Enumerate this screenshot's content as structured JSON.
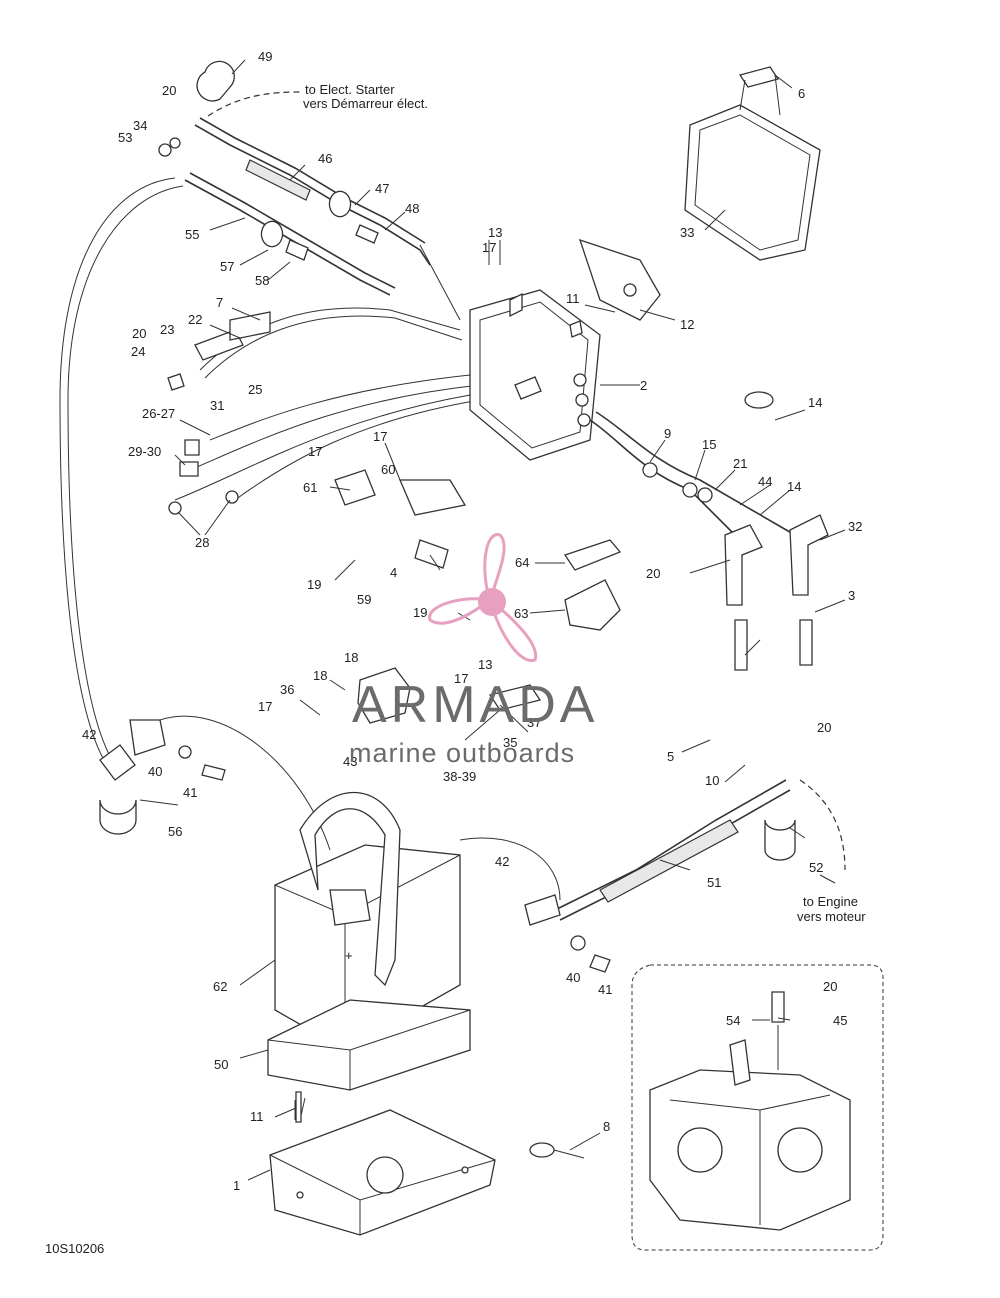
{
  "notes": {
    "starter_en": "to Elect. Starter",
    "starter_fr": "vers Démarreur élect.",
    "engine_en": "to Engine",
    "engine_fr": "vers moteur",
    "drawing_code": "10S10206"
  },
  "watermark": {
    "brand": "ARMADA",
    "tagline": "marine outboards",
    "accent_color": "#e8a0c0"
  },
  "labels": {
    "p49": "49",
    "p20a": "20",
    "p34": "34",
    "p53": "53",
    "p46": "46",
    "p47": "47",
    "p48": "48",
    "p55": "55",
    "p57": "57",
    "p58": "58",
    "p6": "6",
    "p33": "33",
    "p17a": "17",
    "p13a": "13",
    "p11a": "11",
    "p12": "12",
    "p7": "7",
    "p22": "22",
    "p20b": "20",
    "p23a": "23",
    "p24": "24",
    "p25": "25",
    "p31": "31",
    "p2": "2",
    "p14a": "14",
    "p9": "9",
    "p15": "15",
    "p21": "21",
    "p44": "44",
    "p14b": "14",
    "p32": "32",
    "p20c": "20",
    "p3": "3",
    "p26": "26-27",
    "p29": "29-30",
    "p17b": "17",
    "p17c": "17",
    "p60": "60",
    "p61": "61",
    "p28": "28",
    "p4": "4",
    "p19a": "19",
    "p59": "59",
    "p64": "64",
    "p19b": "19",
    "p63": "63",
    "p13b": "13",
    "p17d": "17",
    "p18": "18",
    "p36": "36",
    "p17e": "17",
    "p37": "37",
    "p35": "35",
    "p38": "38-39",
    "p42a": "42",
    "p40a": "40",
    "p41a": "41",
    "p56": "56",
    "p43": "43",
    "p5": "5",
    "p10": "10",
    "p20d": "20",
    "p52": "52",
    "p51": "51",
    "p42b": "42",
    "p40b": "40",
    "p41b": "41",
    "p62": "62",
    "p50": "50",
    "p11b": "11",
    "p1": "1",
    "p8": "8",
    "p20e": "20",
    "p54": "54",
    "p45": "45"
  }
}
